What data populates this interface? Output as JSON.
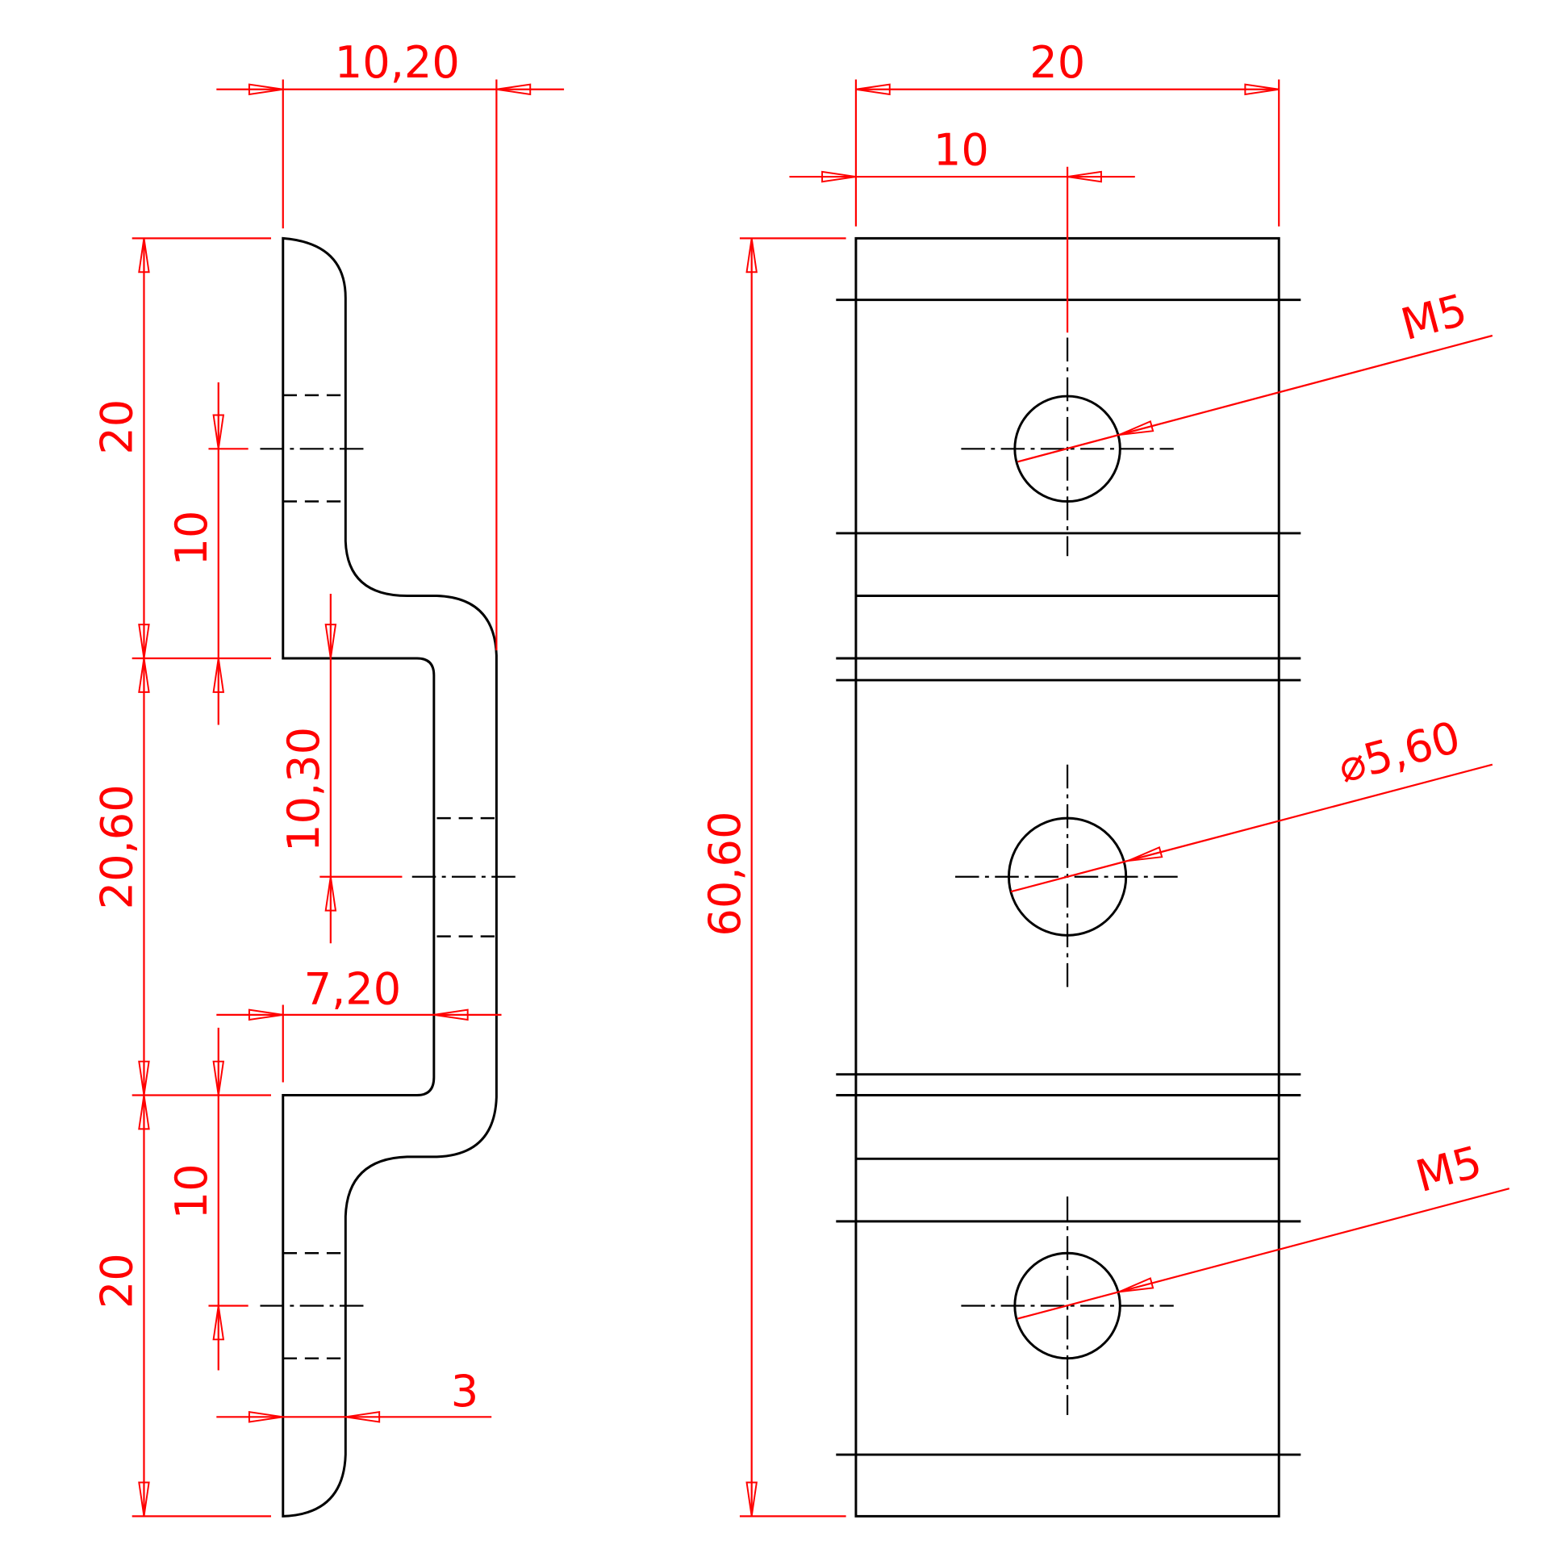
{
  "drawing": {
    "line_color": "#000000",
    "dimension_color": "#ff0000",
    "side_view": {
      "overall_width": "10,20",
      "top_flange_height": "20",
      "top_hole_offset": "10",
      "middle_section_height": "20,60",
      "middle_hole_offset": "10,30",
      "offset_width": "7,20",
      "bottom_hole_offset": "10",
      "bottom_flange_height": "20",
      "thickness": "3"
    },
    "front_view": {
      "overall_width": "20",
      "hole_center_offset": "10",
      "overall_height": "60,60",
      "top_hole_label": "M5",
      "middle_hole_label": "⌀5,60",
      "bottom_hole_label": "M5"
    }
  }
}
